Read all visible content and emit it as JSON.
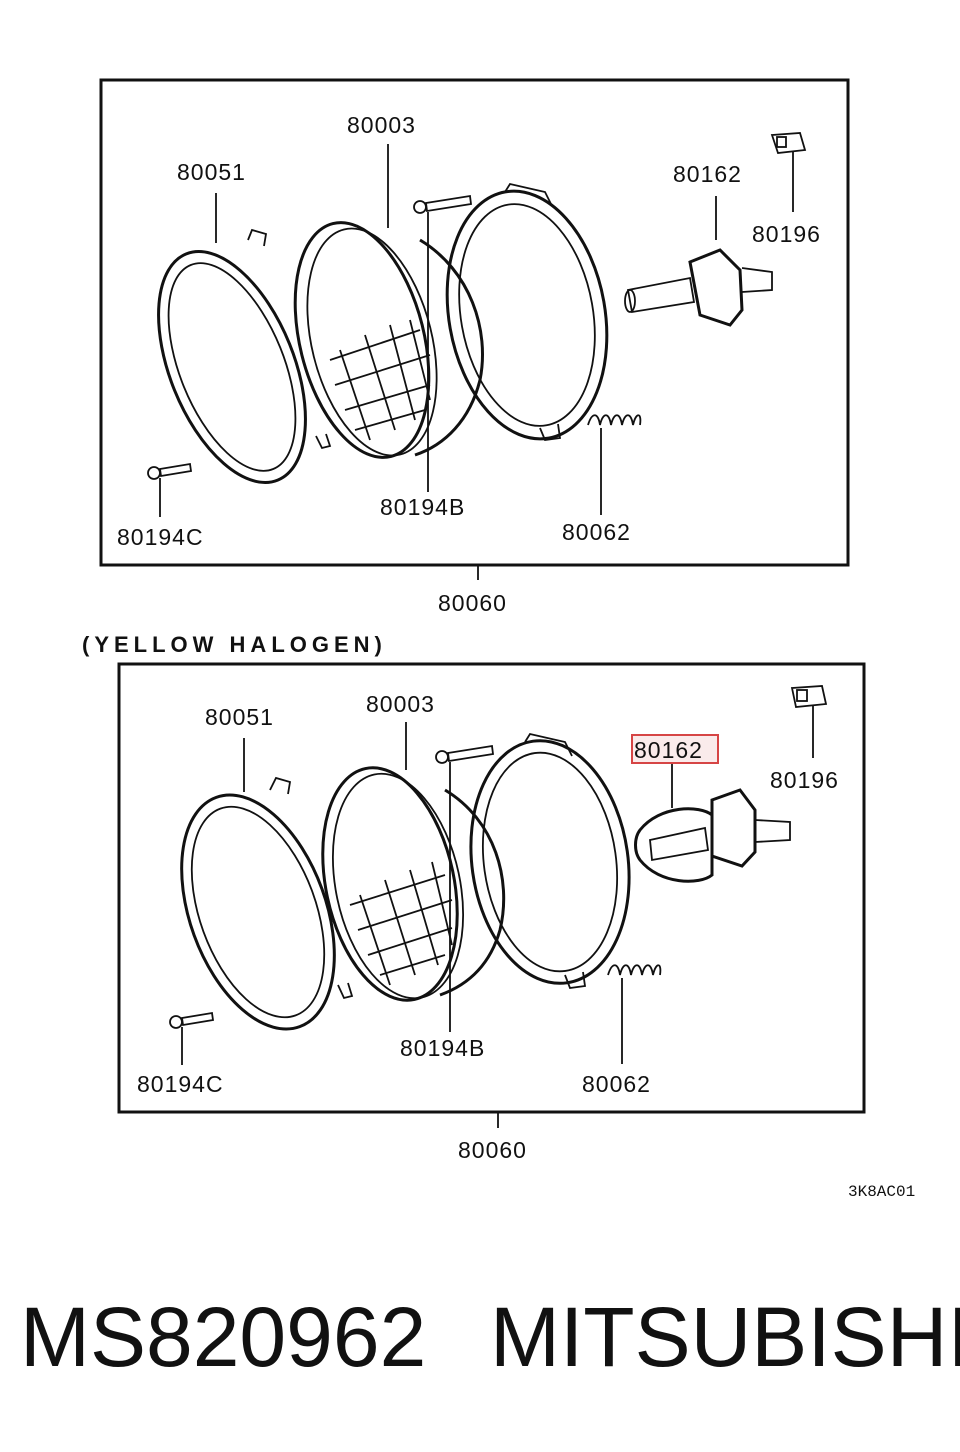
{
  "top": {
    "labels": {
      "rim": "80051",
      "unit": "80003",
      "screw_b": "80194B",
      "screw_c": "80194C",
      "bulb": "80162",
      "socket": "80196",
      "spring": "80062",
      "assembly": "80060"
    }
  },
  "bottom": {
    "title": "(YELLOW HALOGEN)",
    "labels": {
      "rim": "80051",
      "unit": "80003",
      "screw_b": "80194B",
      "screw_c": "80194C",
      "bulb": "80162",
      "socket": "80196",
      "spring": "80062",
      "assembly": "80060"
    },
    "highlighted": "80162"
  },
  "diagram_code": "3K8AC01",
  "footer": {
    "part_number": "MS820962",
    "brand": "MITSUBISHI"
  },
  "colors": {
    "highlight_border": "#d64545",
    "highlight_fill": "#f6dada",
    "ink": "#111111"
  }
}
